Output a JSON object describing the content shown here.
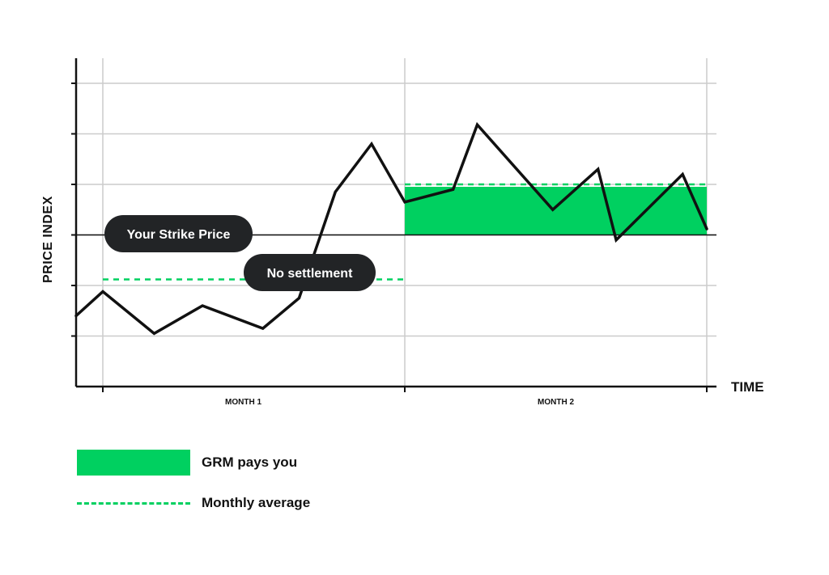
{
  "colors": {
    "green": "#00d060",
    "line": "#111111",
    "grid": "#cccccc",
    "pill": "#222426"
  },
  "chart_data": {
    "type": "line",
    "title": "",
    "xlabel": "TIME",
    "ylabel": "PRICE INDEX",
    "categories": [
      "MONTH 1",
      "MONTH 2"
    ],
    "xlim": [
      0,
      2
    ],
    "ylim": [
      0,
      6.2
    ],
    "grid": true,
    "series": [
      {
        "values": [
          {
            "x": -0.09,
            "y": 1.4
          },
          {
            "x": 0.0,
            "y": 1.88
          },
          {
            "x": 0.17,
            "y": 1.05
          },
          {
            "x": 0.33,
            "y": 1.6
          },
          {
            "x": 0.53,
            "y": 1.15
          },
          {
            "x": 0.65,
            "y": 1.75
          },
          {
            "x": 0.77,
            "y": 3.85
          },
          {
            "x": 0.89,
            "y": 4.8
          },
          {
            "x": 1.0,
            "y": 3.65
          },
          {
            "x": 1.16,
            "y": 3.9
          },
          {
            "x": 1.24,
            "y": 5.18
          },
          {
            "x": 1.49,
            "y": 3.5
          },
          {
            "x": 1.64,
            "y": 4.3
          },
          {
            "x": 1.7,
            "y": 2.9
          },
          {
            "x": 1.92,
            "y": 4.2
          },
          {
            "x": 2.0,
            "y": 3.12
          }
        ]
      }
    ],
    "strike_price": 3.0,
    "monthly_averages": [
      {
        "month": "MONTH 1",
        "value": 2.12
      },
      {
        "month": "MONTH 2",
        "value": 4.0
      }
    ],
    "annotations": {
      "strike": "Your Strike Price",
      "no_settlement": "No settlement"
    },
    "legend": {
      "placement": "bottom-left",
      "items": [
        {
          "label": "GRM pays you",
          "kind": "fill"
        },
        {
          "label": "Monthly average",
          "kind": "dashed"
        }
      ]
    }
  }
}
